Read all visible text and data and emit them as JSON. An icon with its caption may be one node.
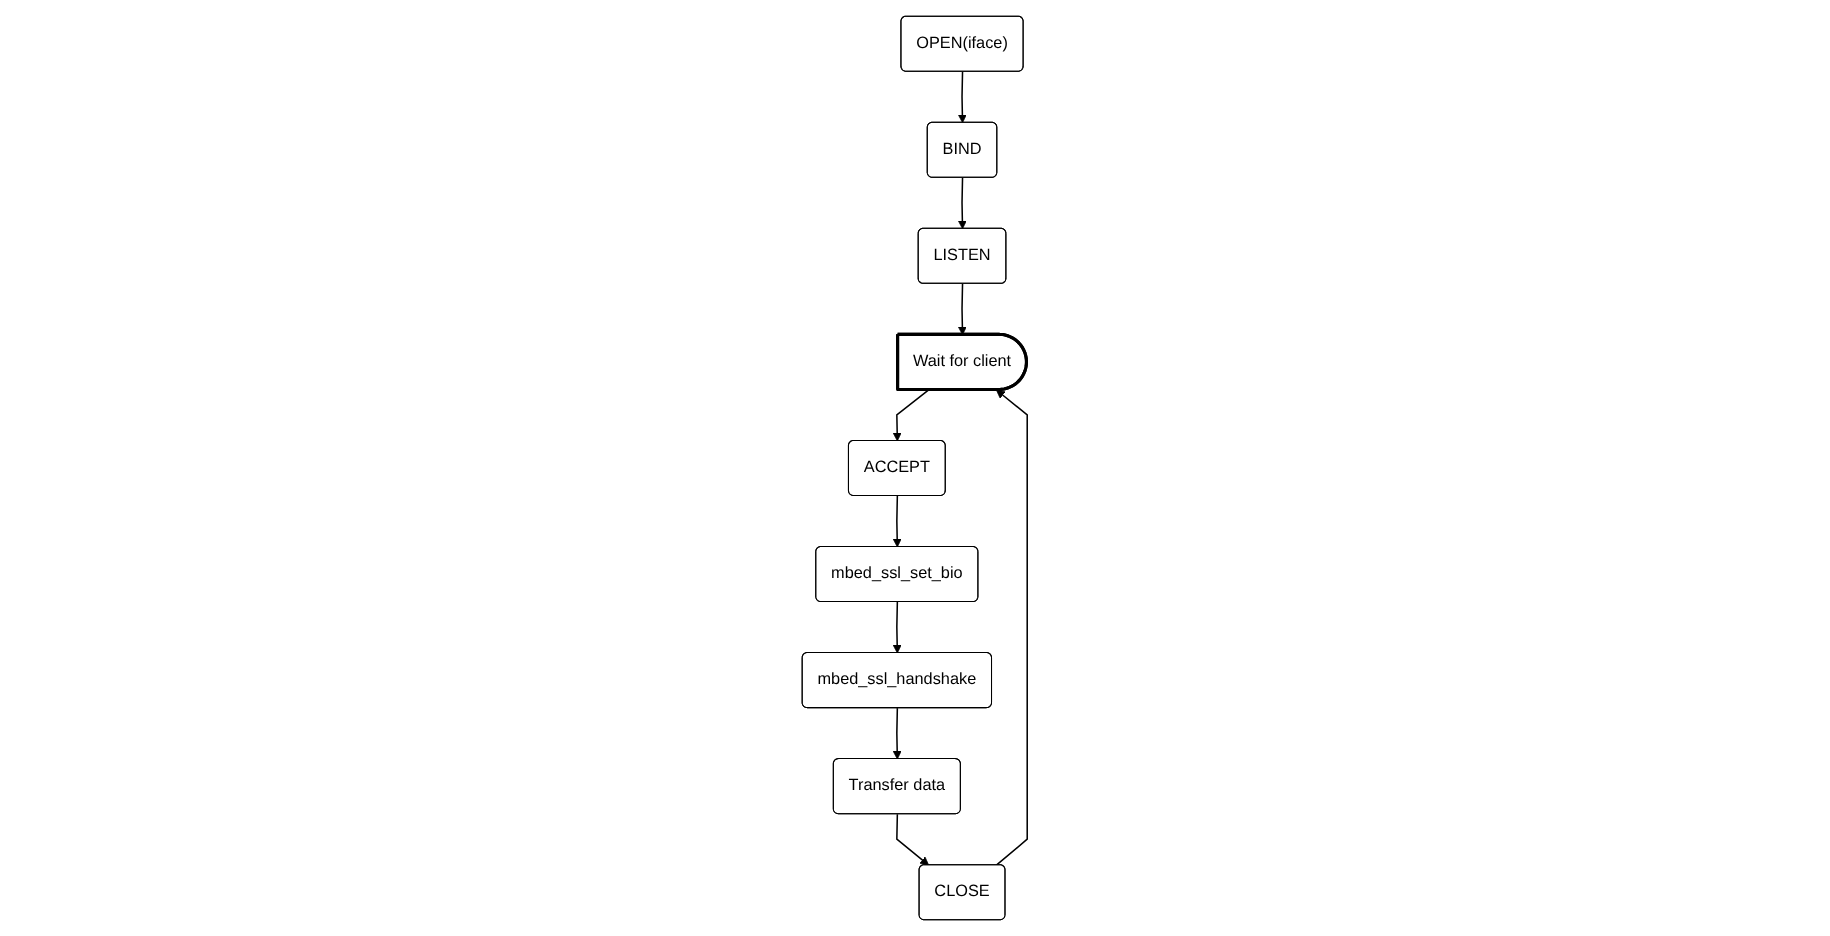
{
  "diagram": {
    "nodes": [
      {
        "text": [
          "OPEN(iface)"
        ]
      },
      {
        "text": [
          "BIND"
        ]
      },
      {
        "text": [
          "LISTEN"
        ]
      },
      {
        "text": [
          "Wait for client"
        ]
      },
      {
        "text": [
          "CLOSE"
        ]
      },
      {
        "text": [
          "Transfer data"
        ]
      },
      {
        "text": [
          "ACCEPT"
        ]
      },
      {
        "text": [
          "mbed_ssl_set_bio"
        ]
      },
      {
        "text": [
          "mbed_ssl_handshake"
        ]
      }
    ],
    "edges": [
      {
        "from": 0,
        "to": 1,
        "arrow": "to"
      },
      {
        "from": 1,
        "to": 2,
        "arrow": "to"
      },
      {
        "from": 2,
        "to": 3,
        "arrow": "to"
      },
      {
        "from": 3,
        "to": 6,
        "arrow": "to"
      },
      {
        "from": 6,
        "to": 7,
        "arrow": "to"
      },
      {
        "from": 7,
        "to": 8,
        "arrow": "to"
      },
      {
        "from": 8,
        "to": 5,
        "arrow": "to"
      },
      {
        "from": 5,
        "to": 4,
        "arrow": "to"
      },
      {
        "from": 4,
        "to": 3,
        "arrow": "to"
      }
    ]
  }
}
